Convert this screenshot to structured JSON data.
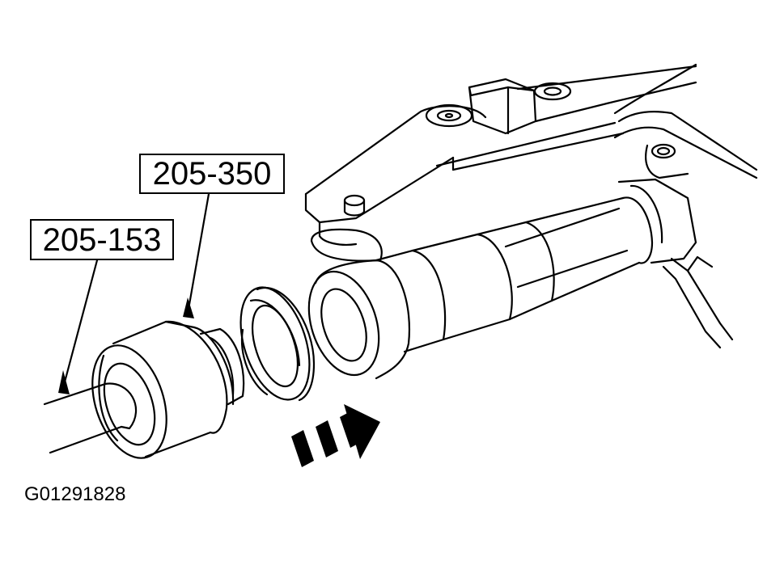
{
  "labels": {
    "tool_a": "205-350",
    "tool_b": "205-153"
  },
  "figure_code": "G01291828",
  "colors": {
    "line": "#000000",
    "background": "#ffffff"
  }
}
